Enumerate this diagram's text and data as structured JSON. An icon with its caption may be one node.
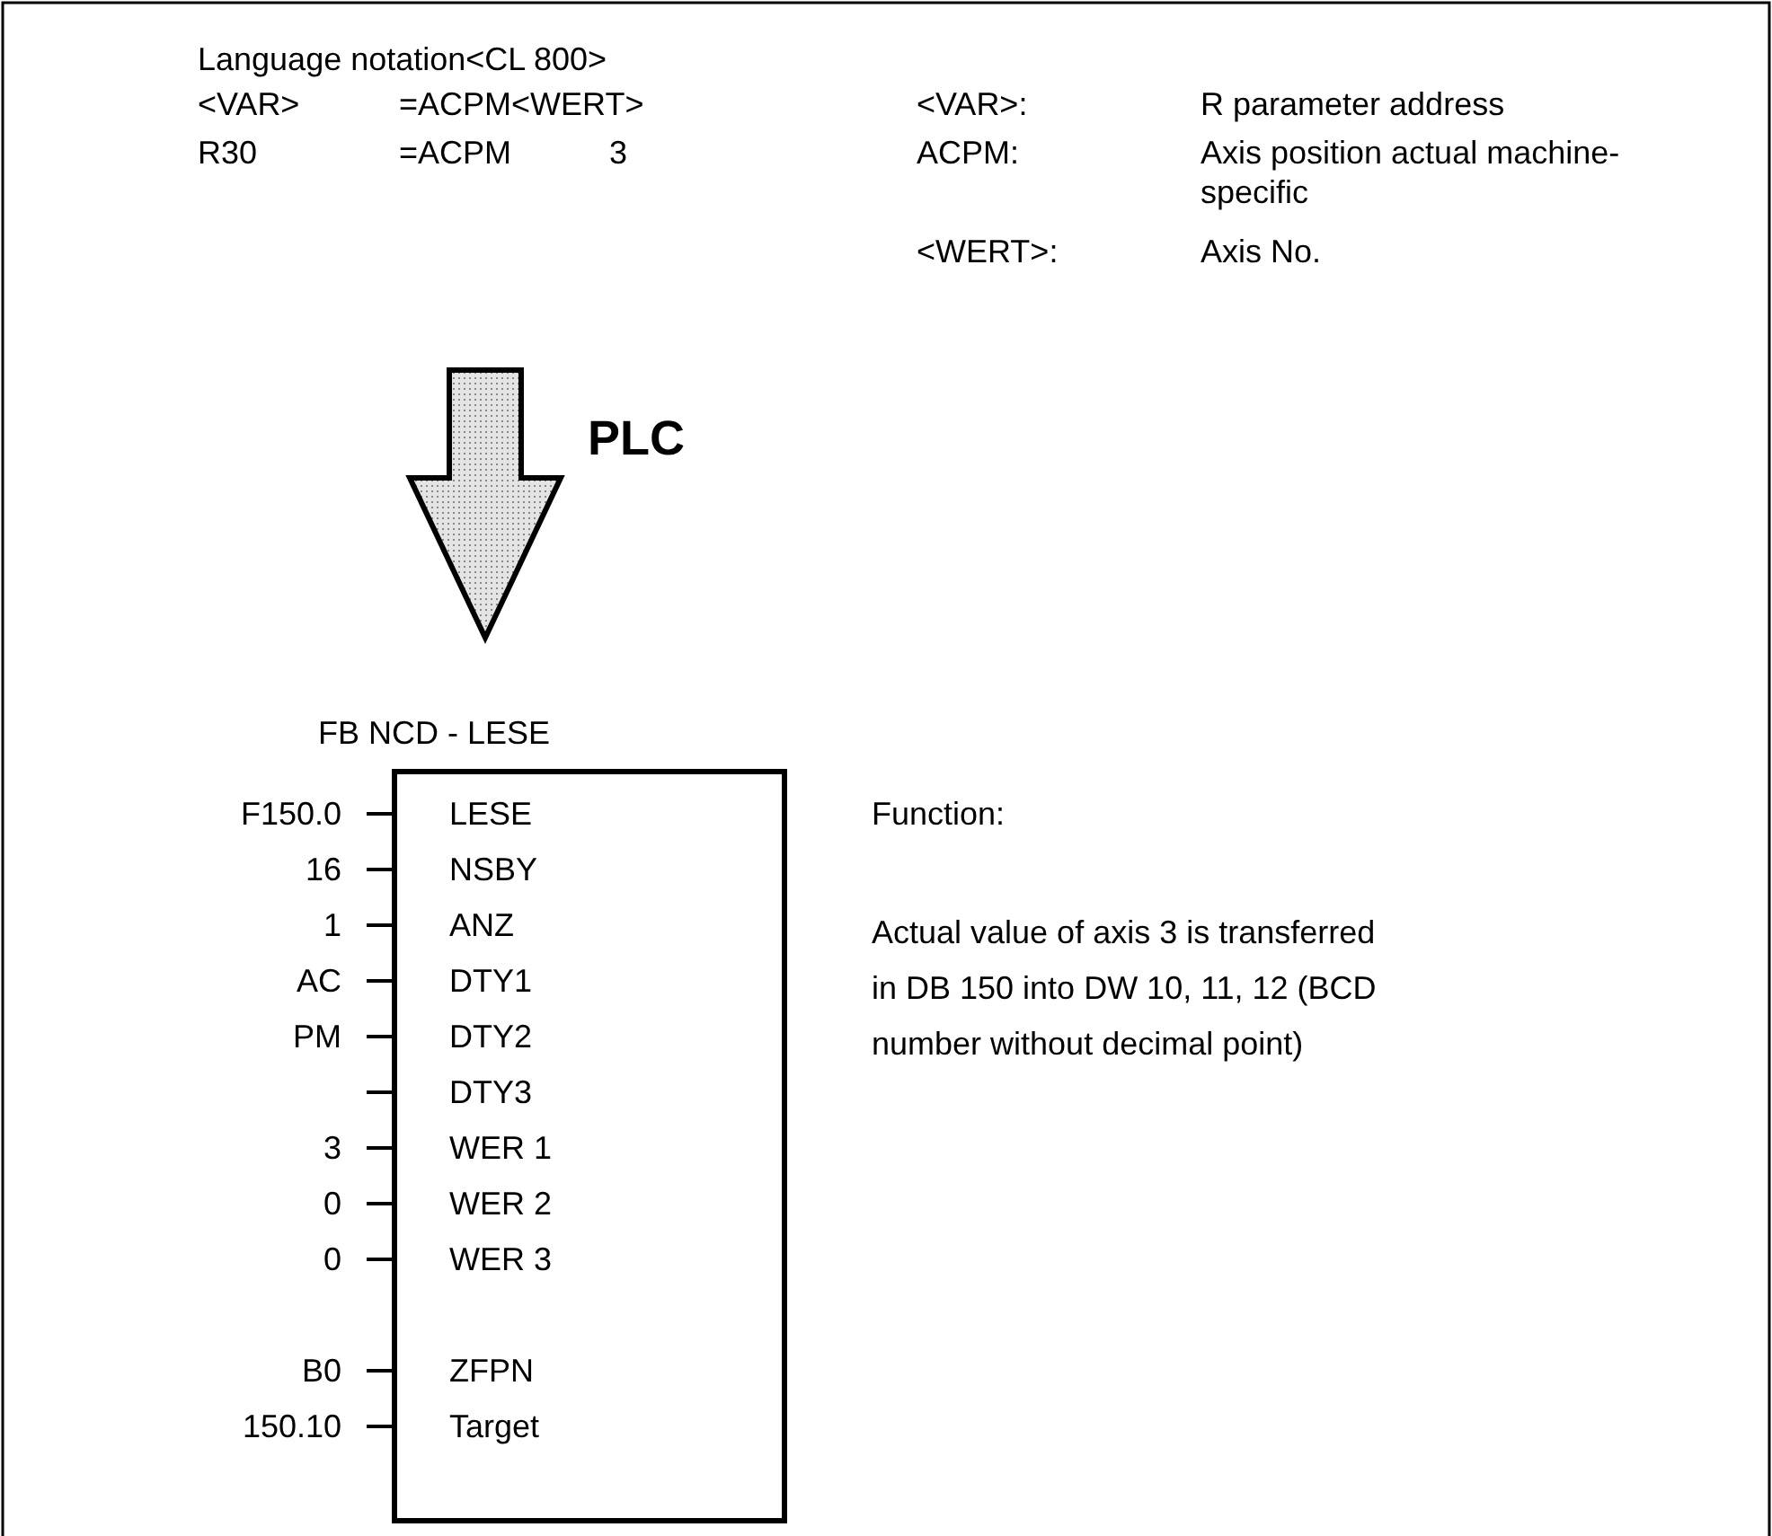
{
  "diagram": {
    "nodes": [
      {
        "text": [
          "FB NCD - LESE",
          "LESE",
          "NSBY",
          "ANZ",
          "DTY1",
          "DTY2",
          "DTY3",
          "WER 1",
          "WER 2",
          "WER 3",
          "ZFPN",
          "Target"
        ]
      }
    ],
    "edges": [],
    "labels": [
      "Language notation<CL 800>",
      "<VAR>",
      "=ACPM<WERT>",
      "<VAR>:",
      "R parameter address",
      "R30",
      "=ACPM",
      "3",
      "ACPM:",
      "Axis position actual machine-specific",
      "<WERT>:",
      "Axis No.",
      "PLC",
      "F150.0",
      "Function:",
      "16",
      "1",
      "Actual value of axis 3 is transferred in DB 150 into DW 10, 11, 12 (BCD number without decimal point)",
      "AC",
      "PM",
      "3",
      "0",
      "0",
      "B0",
      "150.10"
    ]
  }
}
